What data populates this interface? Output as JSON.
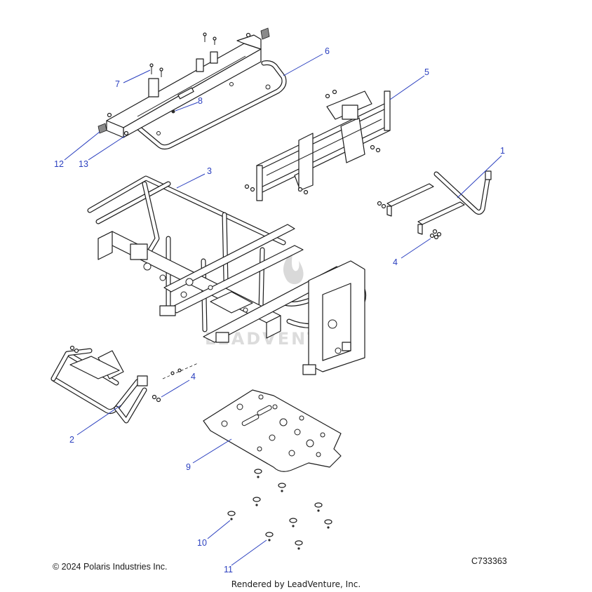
{
  "diagram": {
    "watermark": "LEADVENTURE",
    "parts": [
      {
        "id": "part-1",
        "callout": "1"
      },
      {
        "id": "part-2",
        "callout": "2"
      },
      {
        "id": "part-3",
        "callout": "3"
      },
      {
        "id": "part-4a",
        "callout": "4"
      },
      {
        "id": "part-4b",
        "callout": "4"
      },
      {
        "id": "part-5",
        "callout": "5"
      },
      {
        "id": "part-6",
        "callout": "6"
      },
      {
        "id": "part-7",
        "callout": "7"
      },
      {
        "id": "part-8",
        "callout": "8"
      },
      {
        "id": "part-9",
        "callout": "9"
      },
      {
        "id": "part-10",
        "callout": "10"
      },
      {
        "id": "part-11",
        "callout": "11"
      },
      {
        "id": "part-12",
        "callout": "12"
      },
      {
        "id": "part-13",
        "callout": "13"
      }
    ],
    "colors": {
      "line": "#1c1c1c",
      "callout": "#2a3fbf",
      "watermark": "#d9d9d9"
    }
  },
  "footer": {
    "copyright": "© 2024 Polaris Industries Inc.",
    "diagram_code": "C733363",
    "rendered_by": "Rendered by LeadVenture, Inc."
  }
}
